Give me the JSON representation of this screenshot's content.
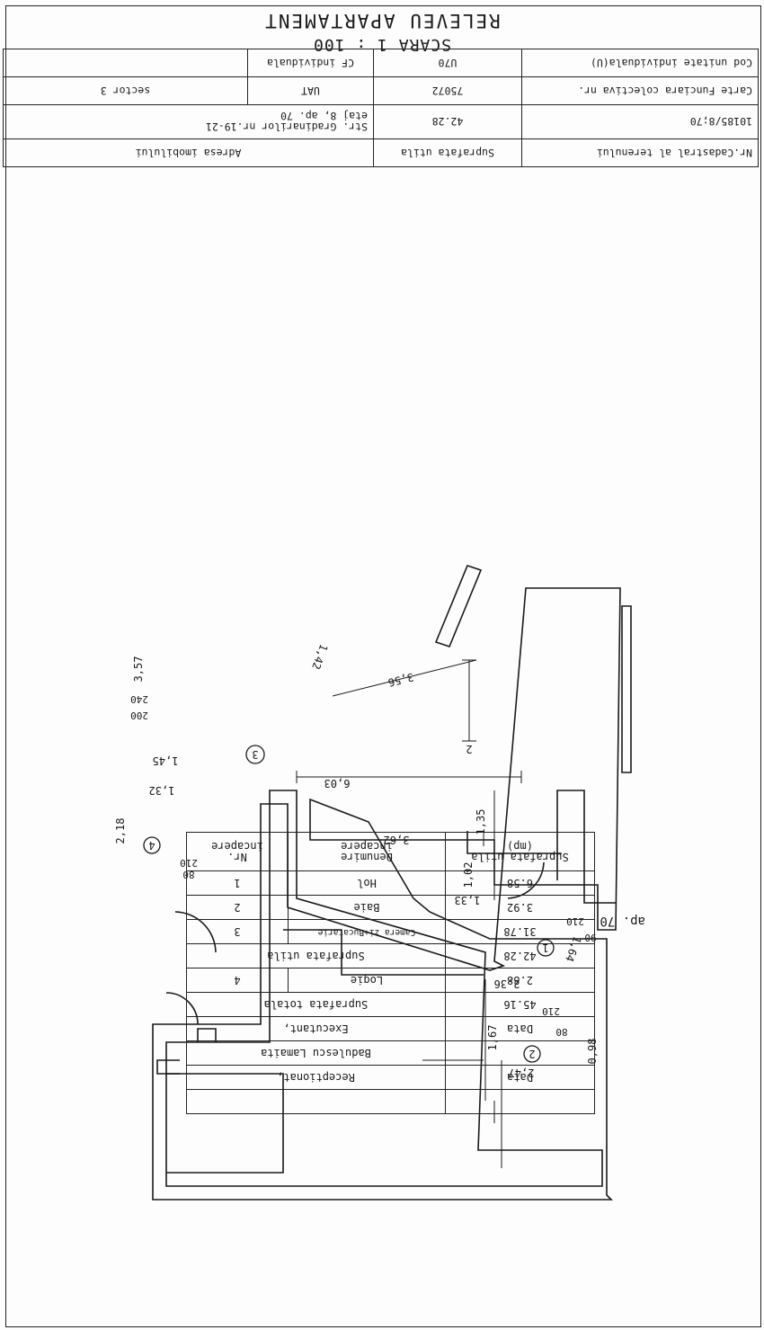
{
  "title": "RELEVEU APARTAMENT",
  "scale": "SCARA 1 : 100",
  "cadastral": {
    "headers": {
      "nr_cadastral": "Nr.Cadastral al terenului",
      "suprafata": "Suprafata utila",
      "adresa": "Adresa imobilului"
    },
    "values": {
      "nr_cadastral": "10185/8;70",
      "suprafata": "42.28",
      "adresa": "Str. Gradinarilor nr.19-21\netaj 8, ap. 70"
    },
    "carte_label": "Carte Funciara colectiva nr.",
    "carte_value": "75072",
    "uat_label": "UAT",
    "uat_value": "sector 3",
    "cod_label": "Cod unitate individuala(U)",
    "cod_value": "U70",
    "cf_label": "CF individuala",
    "cf_value": ""
  },
  "rooms_table": {
    "headers": {
      "nr": "Nr.\nincapere",
      "denumire": "Denumire\nincapere",
      "suprafata": "Suprafata utila\n(mp)"
    },
    "rows": [
      {
        "nr": "1",
        "name": "Hol",
        "area": "6.58"
      },
      {
        "nr": "2",
        "name": "Baie",
        "area": "3.92"
      },
      {
        "nr": "3",
        "name": "Camera zi+Bucatarie",
        "area": "31.78"
      }
    ],
    "utila_label": "Suprafata utila",
    "utila_value": "42.28",
    "logie": {
      "nr": "4",
      "name": "Logie",
      "area": "2.88"
    },
    "totala_label": "Suprafata totala",
    "totala_value": "45.16",
    "executant_label": "Executant,",
    "executant_data": "Data",
    "executant_name": "Badulescu Lamaita",
    "receptionat_label": "Receptionat,",
    "receptionat_data": "Data"
  },
  "plan": {
    "apartment_label": "ap. 70",
    "room_numbers": [
      "1",
      "2",
      "3",
      "4"
    ],
    "dimensions": {
      "d_3_57": "3,57",
      "d_1_42": "1,42",
      "d_3_56": "3,56",
      "d_2": "2",
      "d_1_45": "1,45",
      "d_6_03": "6,03",
      "d_1_32": "1,32",
      "d_2_18": "2,18",
      "d_3_62": "3,62",
      "d_1_35": "1,35",
      "d_1_02": "1,02",
      "d_1_33": "1,33",
      "d_1_64": "1,64",
      "d_2_36": "2,36",
      "d_1_67": "1,67",
      "d_0_98": "0,98",
      "d_2_47": "2,47"
    },
    "openings": {
      "win_w": "200",
      "win_h": "240",
      "door4_w": "80",
      "door4_h": "210",
      "door1_w": "90",
      "door1_h": "210",
      "door2_w": "80",
      "door2_h": "210"
    }
  }
}
